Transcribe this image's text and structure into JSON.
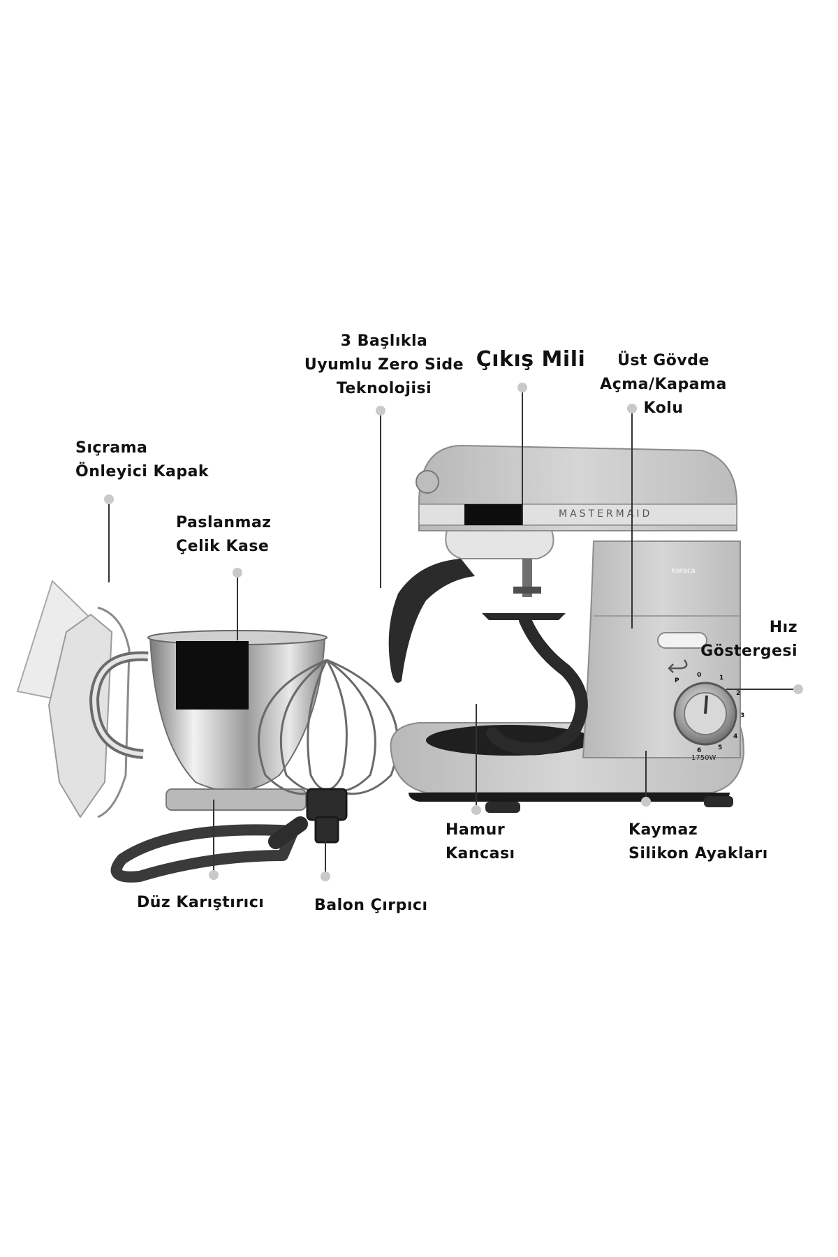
{
  "brand": {
    "logo_text": "MASTERMAID",
    "badge_text": "karaca",
    "power_label": "1750W"
  },
  "callouts": {
    "zero_side": "3 Başlıkla\nUyumlu Zero Side\nTeknolojisi",
    "output_shaft": "Çıkış Mili",
    "head_lever": "Üst Gövde\nAçma/Kapama\nKolu",
    "splash_guard": "Sıçrama\nÖnleyici Kapak",
    "bowl": "Paslanmaz\nÇelik Kase",
    "speed_indicator": "Hız\nGöstergesi",
    "dough_hook": "Hamur\nKancası",
    "feet": "Kaymaz\nSilikon Ayakları",
    "flat_beater": "Düz Karıştırıcı",
    "balloon_whisk": "Balon Çırpıcı"
  },
  "speed_dial": {
    "marks": [
      "P",
      "0",
      "1",
      "2",
      "3",
      "4",
      "5",
      "6"
    ]
  },
  "colors": {
    "mixer_body": "#c7c7c7",
    "mixer_shadow": "#a9a9a9",
    "accessory_dark": "#3a3a3a",
    "callout_dot": "#c9c9c9",
    "callout_line": "#333333"
  }
}
